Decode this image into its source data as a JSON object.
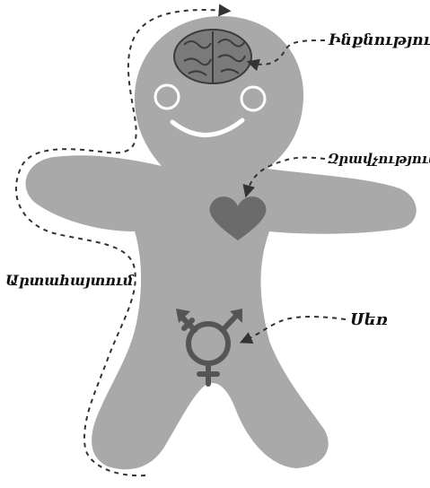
{
  "labels": {
    "identity": "Ինքնություն",
    "attraction": "Զրավչություն",
    "expression": "Արտահայտում",
    "sex": "Սեռ"
  },
  "colors": {
    "body": "#a9a9a9",
    "arrow": "#333333",
    "heart": "#6b6b6b",
    "brain": "#7a7a7a",
    "symbol": "#555555"
  },
  "icons": [
    "brain-icon",
    "heart-icon",
    "transgender-symbol-icon"
  ]
}
